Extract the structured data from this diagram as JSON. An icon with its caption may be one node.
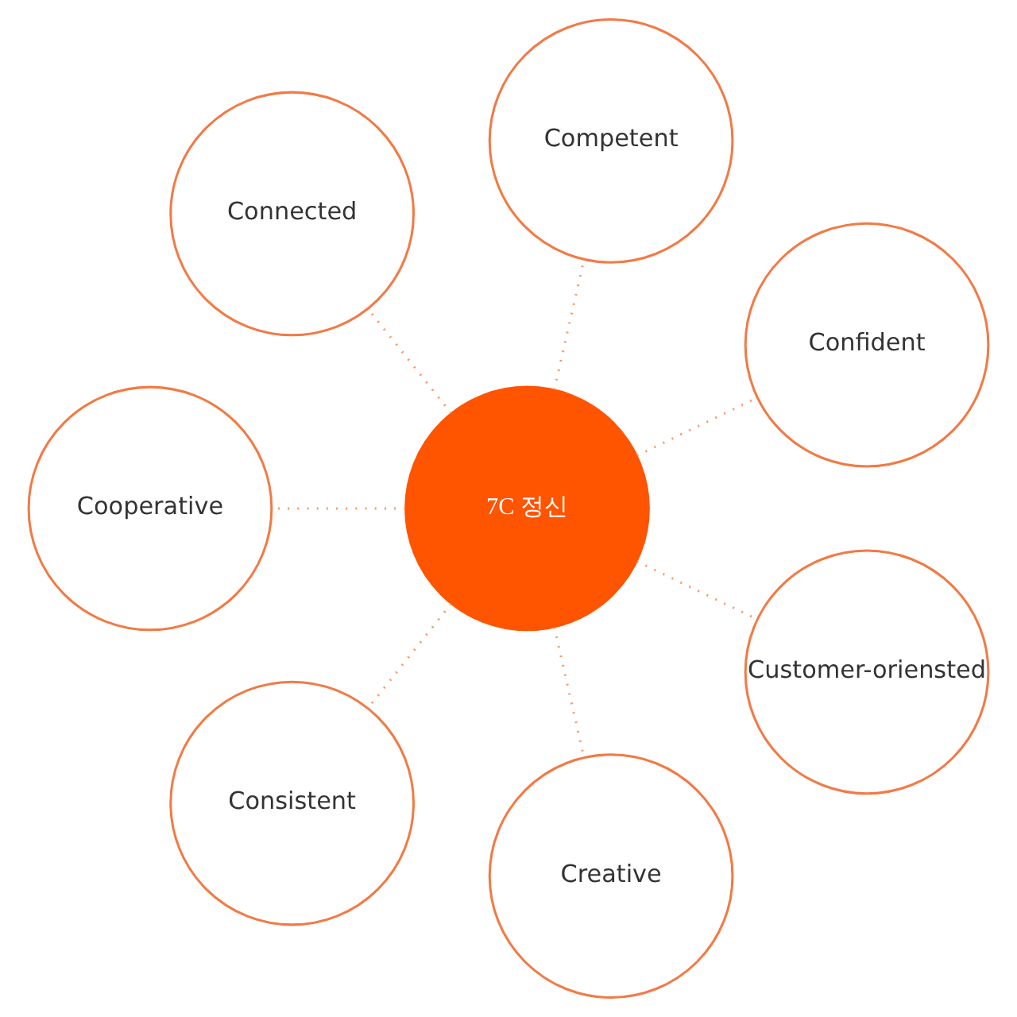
{
  "diagram": {
    "nodes": [
      {
        "text": [
          "7C 정신"
        ]
      },
      {
        "text": [
          "Confident"
        ]
      },
      {
        "text": [
          "Competent"
        ]
      },
      {
        "text": [
          "Connected"
        ]
      },
      {
        "text": [
          "Cooperative"
        ]
      },
      {
        "text": [
          "Consistent"
        ]
      },
      {
        "text": [
          "Creative"
        ]
      },
      {
        "text": [
          "Customer-oriensted"
        ]
      }
    ],
    "edges": [
      {
        "from": 0,
        "to": 1,
        "arrow": "none",
        "style": "dashed"
      },
      {
        "from": 0,
        "to": 2,
        "arrow": "none",
        "style": "dashed"
      },
      {
        "from": 0,
        "to": 3,
        "arrow": "none",
        "style": "dashed"
      },
      {
        "from": 0,
        "to": 4,
        "arrow": "none",
        "style": "dashed"
      },
      {
        "from": 0,
        "to": 5,
        "arrow": "none",
        "style": "dashed"
      },
      {
        "from": 0,
        "to": 6,
        "arrow": "none",
        "style": "dashed"
      },
      {
        "from": 0,
        "to": 7,
        "arrow": "none",
        "style": "dashed"
      }
    ]
  }
}
